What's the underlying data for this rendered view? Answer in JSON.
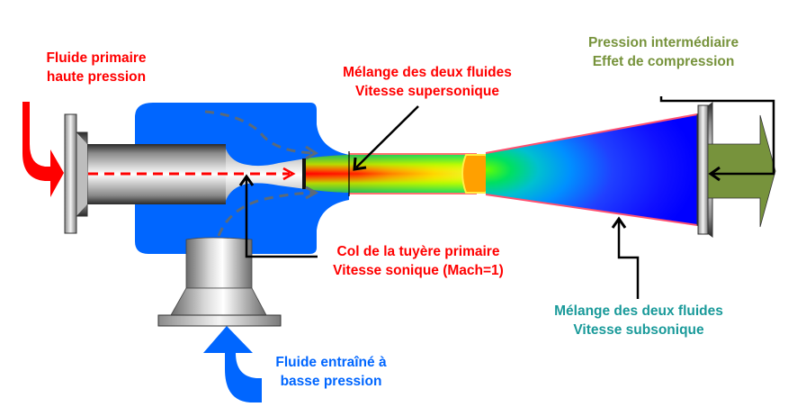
{
  "colors": {
    "primary_fluid": "#ff0000",
    "entrained_fluid": "#0066ff",
    "chamber_blue": "#0066ff",
    "diffuser_blue": "#0000ff",
    "outlet_green": "#77933c",
    "subsonic_teal": "#1a9a9a",
    "pointer": "#000000",
    "streamline": "#5a6a7a"
  },
  "labels": {
    "primary_fluid": {
      "line1": "Fluide primaire",
      "line2": "haute pression"
    },
    "supersonic_mixing": {
      "line1": "Mélange des deux fluides",
      "line2": "Vitesse supersonique"
    },
    "outlet_pressure": {
      "line1": "Pression intermédiaire",
      "line2": "Effet de compression"
    },
    "nozzle_throat": {
      "line1": "Col de la tuyère primaire",
      "line2": "Vitesse sonique (Mach=1)"
    },
    "subsonic_mixing": {
      "line1": "Mélange des deux fluides",
      "line2": "Vitesse subsonique"
    },
    "entrained_fluid": {
      "line1": "Fluide entraîné à",
      "line2": "basse pression"
    }
  },
  "icons": {
    "primary_inlet_arrow": "curved-arrow-right",
    "entrained_inlet_arrow": "curved-arrow-up",
    "outlet_arrow": "block-arrow-right"
  }
}
